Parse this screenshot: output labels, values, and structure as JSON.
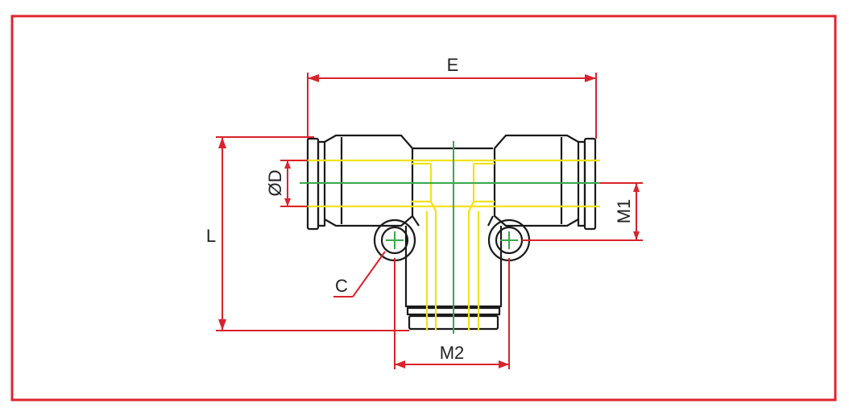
{
  "labels": {
    "width_E": "E",
    "length_L": "L",
    "tube_od_D": "ØD",
    "mount_hole_C": "C",
    "offset_M1": "M1",
    "hole_spacing_M2": "M2"
  },
  "colors": {
    "frame": "#e0242c",
    "dimension": "#d9232b",
    "body_outline": "#1a1a1a",
    "bore_lines": "#f0e31c",
    "center_lines": "#3aa84a"
  }
}
